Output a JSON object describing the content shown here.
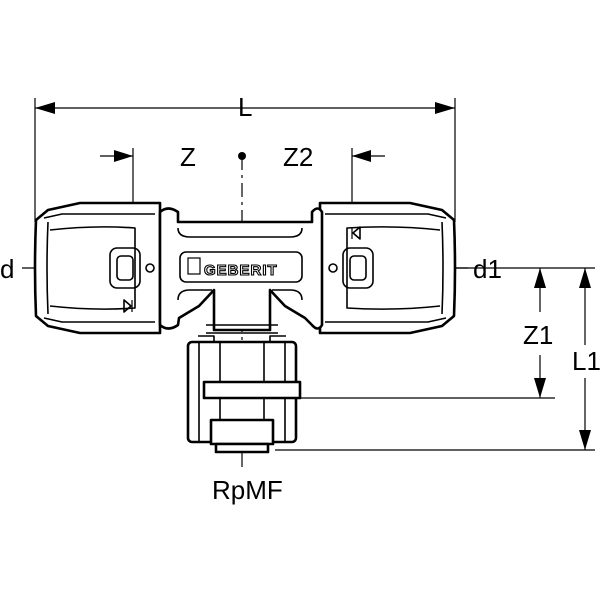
{
  "labels": {
    "L": "L",
    "Z": "Z",
    "Z2": "Z2",
    "d": "d",
    "d1": "d1",
    "Z1": "Z1",
    "L1": "L1",
    "thread": "RpMF"
  },
  "logo": "GEBERIT"
}
